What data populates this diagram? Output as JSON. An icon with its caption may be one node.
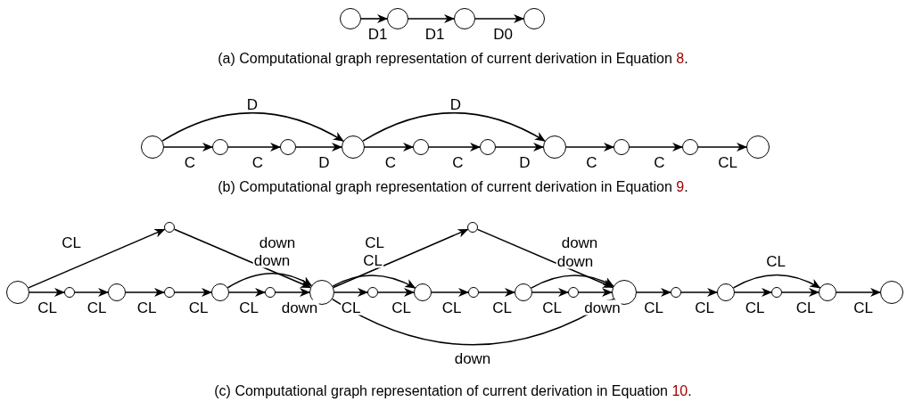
{
  "diagram": {
    "nodes": [
      {
        "text": [],
        "shape": "circle"
      },
      {
        "text": [],
        "shape": "circle"
      },
      {
        "text": [],
        "shape": "circle"
      },
      {
        "text": [],
        "shape": "circle"
      },
      {
        "text": [],
        "shape": "circle"
      },
      {
        "text": [],
        "shape": "circle"
      },
      {
        "text": [],
        "shape": "circle"
      },
      {
        "text": [],
        "shape": "circle"
      },
      {
        "text": [],
        "shape": "circle"
      },
      {
        "text": [],
        "shape": "circle"
      },
      {
        "text": [],
        "shape": "circle"
      },
      {
        "text": [],
        "shape": "circle"
      },
      {
        "text": [],
        "shape": "circle"
      },
      {
        "text": [],
        "shape": "circle"
      },
      {
        "text": [],
        "shape": "circle"
      },
      {
        "text": [],
        "shape": "circle"
      },
      {
        "text": [],
        "shape": "circle"
      },
      {
        "text": [],
        "shape": "circle"
      },
      {
        "text": [],
        "shape": "circle"
      },
      {
        "text": [],
        "shape": "circle"
      },
      {
        "text": [],
        "shape": "circle"
      },
      {
        "text": [],
        "shape": "circle"
      },
      {
        "text": [],
        "shape": "circle"
      },
      {
        "text": [],
        "shape": "circle"
      },
      {
        "text": [],
        "shape": "circle"
      },
      {
        "text": [],
        "shape": "circle"
      },
      {
        "text": [],
        "shape": "circle"
      },
      {
        "text": [],
        "shape": "circle"
      },
      {
        "text": [],
        "shape": "circle"
      },
      {
        "text": [],
        "shape": "circle"
      },
      {
        "text": [],
        "shape": "circle"
      },
      {
        "text": [],
        "shape": "circle"
      },
      {
        "text": [],
        "shape": "circle"
      },
      {
        "text": [],
        "shape": "circle"
      }
    ],
    "edges": [
      {
        "from": 0,
        "to": 1,
        "arrow": "to",
        "label": "D1"
      },
      {
        "from": 1,
        "to": 2,
        "arrow": "to",
        "label": "D1"
      },
      {
        "from": 2,
        "to": 3,
        "arrow": "to",
        "label": "D0"
      },
      {
        "from": 4,
        "to": 5,
        "arrow": "to",
        "label": "C"
      },
      {
        "from": 5,
        "to": 6,
        "arrow": "to",
        "label": "C"
      },
      {
        "from": 6,
        "to": 7,
        "arrow": "to",
        "label": "D"
      },
      {
        "from": 7,
        "to": 8,
        "arrow": "to",
        "label": "C"
      },
      {
        "from": 8,
        "to": 9,
        "arrow": "to",
        "label": "C"
      },
      {
        "from": 9,
        "to": 10,
        "arrow": "to",
        "label": "D"
      },
      {
        "from": 10,
        "to": 11,
        "arrow": "to",
        "label": "C"
      },
      {
        "from": 11,
        "to": 12,
        "arrow": "to",
        "label": "C"
      },
      {
        "from": 12,
        "to": 13,
        "arrow": "to",
        "label": "CL"
      },
      {
        "from": 4,
        "to": 7,
        "arrow": "to",
        "label": "D"
      },
      {
        "from": 7,
        "to": 10,
        "arrow": "to",
        "label": "D"
      },
      {
        "from": 16,
        "to": 17,
        "arrow": "to",
        "label": "CL"
      },
      {
        "from": 17,
        "to": 18,
        "arrow": "to",
        "label": "CL"
      },
      {
        "from": 18,
        "to": 19,
        "arrow": "to",
        "label": "CL"
      },
      {
        "from": 19,
        "to": 20,
        "arrow": "to",
        "label": "CL"
      },
      {
        "from": 20,
        "to": 21,
        "arrow": "to",
        "label": "CL"
      },
      {
        "from": 21,
        "to": 22,
        "arrow": "to",
        "label": "down"
      },
      {
        "from": 22,
        "to": 23,
        "arrow": "to",
        "label": "CL"
      },
      {
        "from": 23,
        "to": 24,
        "arrow": "to",
        "label": "CL"
      },
      {
        "from": 24,
        "to": 25,
        "arrow": "to",
        "label": "CL"
      },
      {
        "from": 25,
        "to": 26,
        "arrow": "to",
        "label": "CL"
      },
      {
        "from": 26,
        "to": 27,
        "arrow": "to",
        "label": "CL"
      },
      {
        "from": 27,
        "to": 28,
        "arrow": "to",
        "label": "down"
      },
      {
        "from": 28,
        "to": 29,
        "arrow": "to",
        "label": "CL"
      },
      {
        "from": 29,
        "to": 30,
        "arrow": "to",
        "label": "CL"
      },
      {
        "from": 30,
        "to": 31,
        "arrow": "to",
        "label": "CL"
      },
      {
        "from": 31,
        "to": 32,
        "arrow": "to",
        "label": "CL"
      },
      {
        "from": 32,
        "to": 33,
        "arrow": "to",
        "label": "CL"
      },
      {
        "from": 16,
        "to": 14,
        "arrow": "to",
        "label": "CL"
      },
      {
        "from": 14,
        "to": 22,
        "arrow": "to",
        "label": "down"
      },
      {
        "from": 20,
        "to": 22,
        "arrow": "to",
        "label": "down"
      },
      {
        "from": 22,
        "to": 15,
        "arrow": "to",
        "label": "CL"
      },
      {
        "from": 22,
        "to": 24,
        "arrow": "to",
        "label": "CL"
      },
      {
        "from": 15,
        "to": 28,
        "arrow": "to",
        "label": "down"
      },
      {
        "from": 26,
        "to": 28,
        "arrow": "to",
        "label": "down"
      },
      {
        "from": 22,
        "to": 28,
        "arrow": "to",
        "label": "down"
      },
      {
        "from": 30,
        "to": 32,
        "arrow": "to",
        "label": "CL"
      }
    ],
    "labels": [
      "(a) Computational graph representation of current derivation in Equation 8.",
      "(b) Computational graph representation of current derivation in Equation 9.",
      "(c) Computational graph representation of current derivation in Equation 10."
    ]
  }
}
